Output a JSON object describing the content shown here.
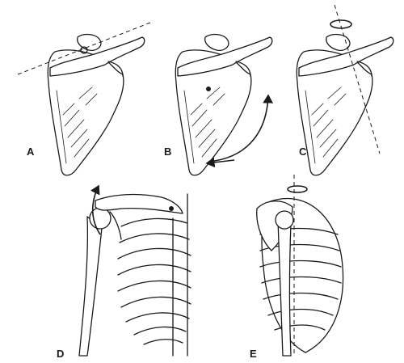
{
  "panels": {
    "a": {
      "label": "A"
    },
    "b": {
      "label": "B"
    },
    "c": {
      "label": "C"
    },
    "d": {
      "label": "D"
    },
    "e": {
      "label": "E"
    }
  },
  "colors": {
    "ink": "#1a1a1a",
    "background": "#ffffff"
  }
}
